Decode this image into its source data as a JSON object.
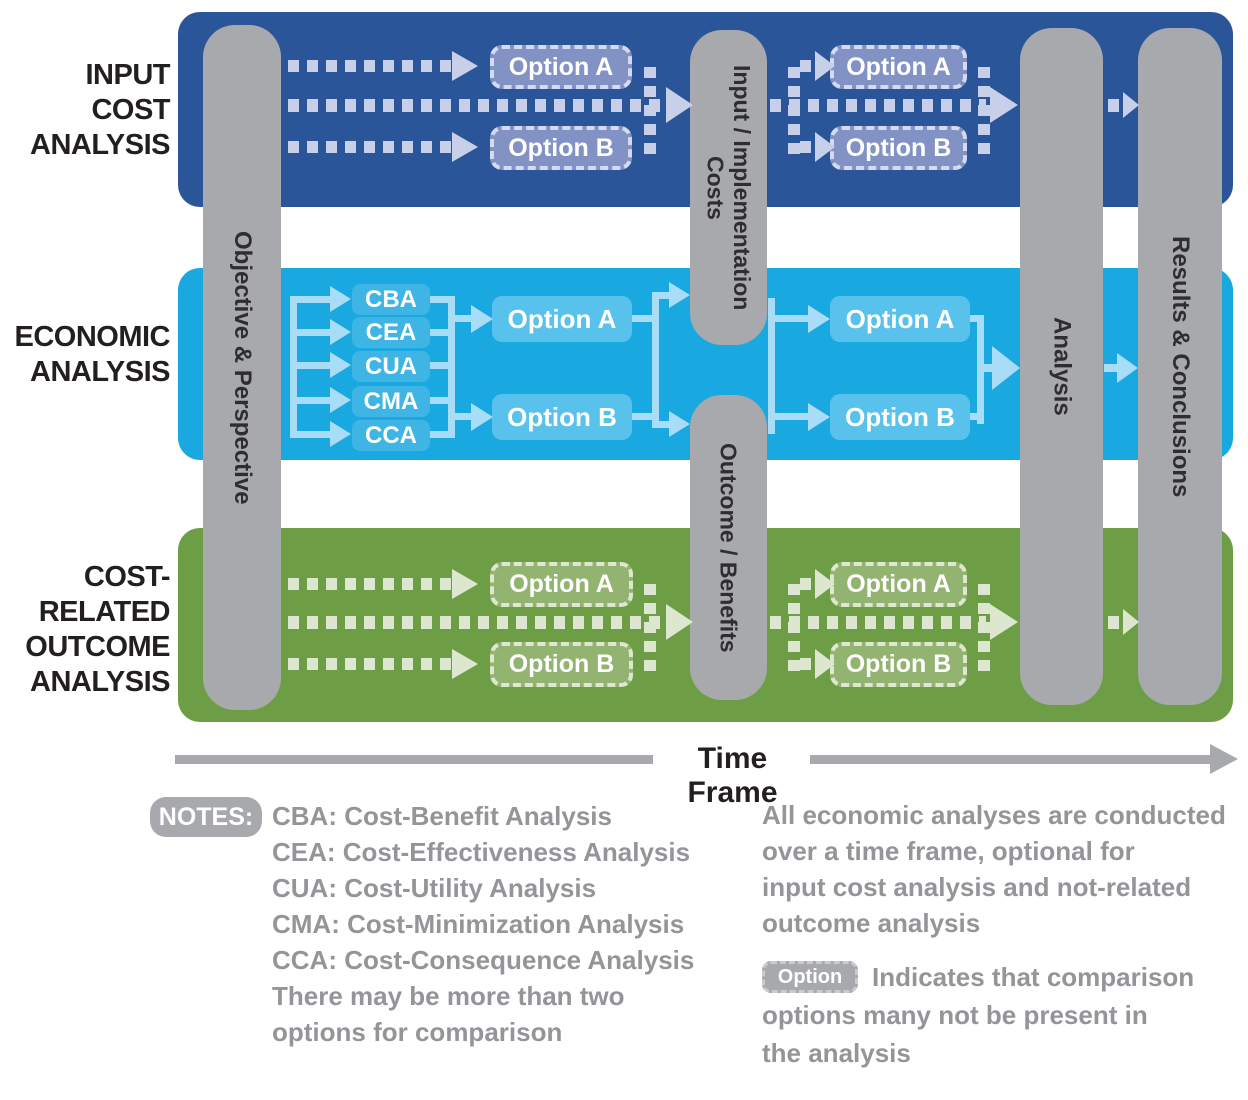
{
  "bands": {
    "input_cost": {
      "lines": [
        "INPUT COST",
        "ANALYSIS"
      ]
    },
    "economic": {
      "lines": [
        "ECONOMIC",
        "ANALYSIS"
      ]
    },
    "cost_related": {
      "lines": [
        "COST-",
        "RELATED",
        "OUTCOME",
        "ANALYSIS"
      ]
    }
  },
  "pillars": {
    "objective": "Objective & Perspective",
    "input_costs": "Input / Implementation Costs",
    "outcome": "Outcome / Benefits",
    "analysis": "Analysis",
    "results": "Results & Conclusions"
  },
  "options": {
    "a": "Option A",
    "b": "Option B"
  },
  "methods": [
    "CBA",
    "CEA",
    "CUA",
    "CMA",
    "CCA"
  ],
  "time_frame": {
    "label": "Time Frame"
  },
  "notes": {
    "badge": "NOTES:",
    "left_lines": [
      "CBA: Cost-Benefit Analysis",
      "CEA: Cost-Effectiveness Analysis",
      "CUA: Cost-Utility Analysis",
      "CMA: Cost-Minimization Analysis",
      "CCA: Cost-Consequence Analysis",
      "There may be more than two",
      "options for comparison"
    ],
    "right_paragraph_lines": [
      "All economic analyses are conducted",
      "over a time frame, optional for",
      "input cost analysis and not-related",
      "outcome analysis"
    ],
    "option_badge": "Option",
    "option_note_lines": [
      "Indicates that comparison",
      "options many not be present in",
      "the analysis"
    ]
  },
  "colors": {
    "navy_band": "#2A5599",
    "cyan_band": "#19A8E0",
    "green_band": "#6D9E45",
    "pillar_gray": "#A7A9AC",
    "navy_dash": "#C8CFE9",
    "cyan_line": "#A9DCF6",
    "green_dash": "#DDE7CF",
    "notes_text": "#939598"
  }
}
